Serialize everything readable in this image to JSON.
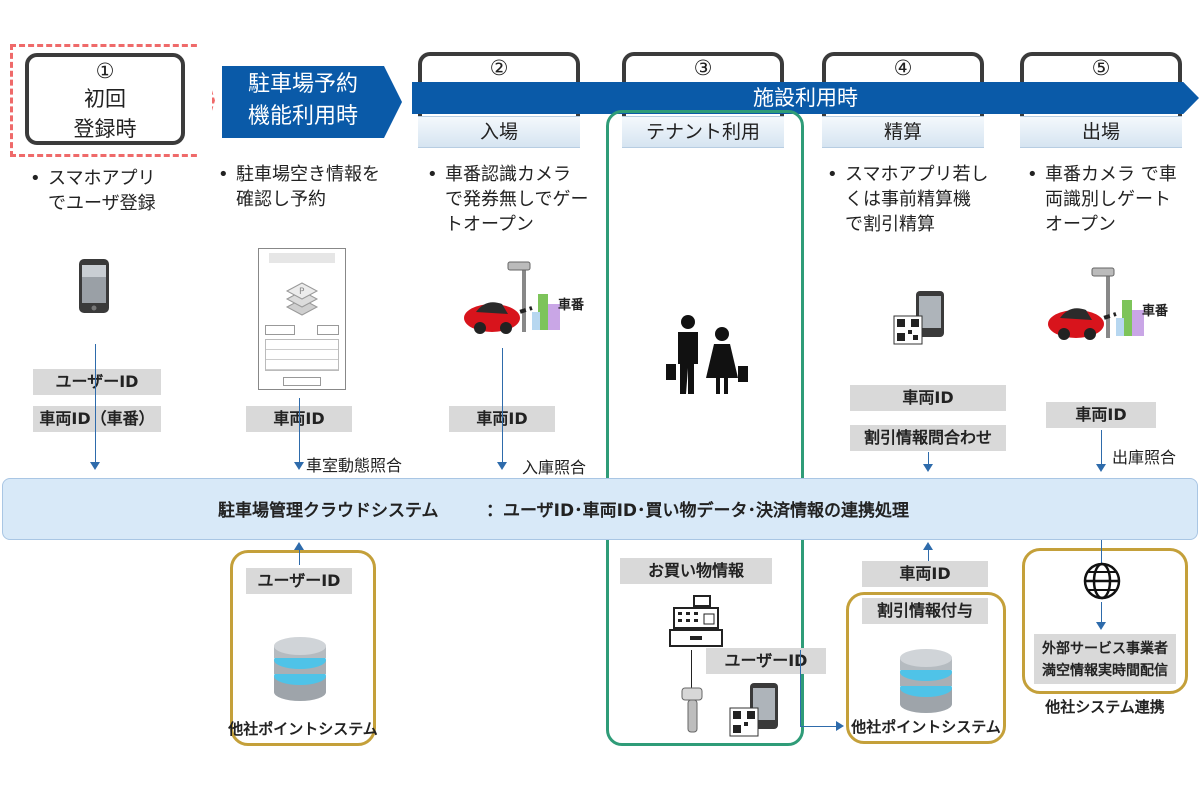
{
  "steps": [
    {
      "num": "①",
      "label_lines": [
        "初回",
        "登録時"
      ]
    },
    {
      "num": "②"
    },
    {
      "num": "③"
    },
    {
      "num": "④"
    },
    {
      "num": "⑤"
    }
  ],
  "reservation_banner": {
    "line1": "駐車場予約",
    "line2": "機能利用時"
  },
  "facility_banner": "施設利用時",
  "sub_steps": [
    "入場",
    "テナント利用",
    "精算",
    "出場"
  ],
  "descriptions": {
    "d1": [
      "スマホアプリ",
      "でユーザ登録"
    ],
    "d2": [
      "駐車場空き情報を",
      "確認し予約"
    ],
    "d3": [
      "車番認識カメラ",
      "で発券無しでゲー",
      "トオープン"
    ],
    "d4": [
      "スマホアプリ若し",
      "くは事前精算機",
      "で割引精算"
    ],
    "d5": [
      "車番カメラ で車",
      "両識別しゲート",
      "オープン"
    ]
  },
  "icons": {
    "phone": "smartphone-icon",
    "reservation_screen": "parking-reservation-screen",
    "camera_gate": "car-gate-camera-icon",
    "shoppers": "shopping-people-icon",
    "qr_phone": "qr-phone-icon",
    "database": "database-icon",
    "register": "cash-register-icon",
    "scanner": "barcode-scanner-icon",
    "globe": "globe-icon"
  },
  "camera_label": "車番",
  "tags": {
    "user_id_1": "ユーザーID",
    "vehicle_id_plate": "車両ID（車番）",
    "vehicle_id_2": "車両ID",
    "vehicle_id_3": "車両ID",
    "vehicle_id_4": "車両ID",
    "discount_query": "割引情報問合わせ",
    "vehicle_id_5": "車両ID",
    "user_id_bottom": "ユーザーID",
    "shopping_info": "お買い物情報",
    "user_id_tenant": "ユーザーID",
    "vehicle_id_bottom": "車両ID",
    "discount_grant": "割引情報付与"
  },
  "notes": {
    "occupancy_check": "車室動態照合",
    "entry_check": "入庫照合",
    "exit_check": "出庫照合"
  },
  "cloud_system": {
    "name": "駐車場管理クラウドシステム",
    "desc": "：ユーザID･車両ID･買い物データ･決済情報の連携処理"
  },
  "point_system_left": "他社ポイントシステム",
  "point_system_right": "他社ポイントシステム",
  "external": {
    "line1": "外部サービス事業者",
    "line2": "満空情報実時間配信",
    "caption": "他社システム連携"
  },
  "colors": {
    "banner": "#0a5aa8",
    "cloud": "#d8e9f8",
    "gold": "#c4a03a",
    "green": "#2f9c78",
    "dashed": "#ef6a6a",
    "tag": "#d9d9d9"
  }
}
